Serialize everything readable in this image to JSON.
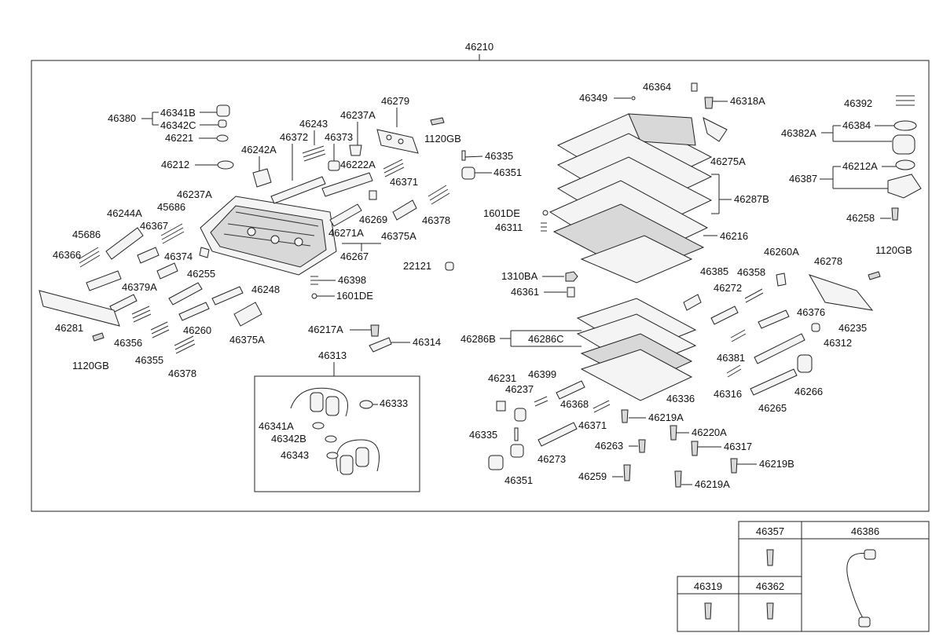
{
  "assembly_label": "46210",
  "labels": {
    "l46380": "46380",
    "l46341B": "46341B",
    "l46342C": "46342C",
    "l46221": "46221",
    "l46212": "46212",
    "l46242A": "46242A",
    "l46372": "46372",
    "l46243": "46243",
    "l46373": "46373",
    "l46237A_top": "46237A",
    "l46222A": "46222A",
    "l46279": "46279",
    "l1120GB_top": "1120GB",
    "l46335_top": "46335",
    "l46351_top": "46351",
    "l46371_top": "46371",
    "l46378_top": "46378",
    "l46269": "46269",
    "l46271A": "46271A",
    "l46375A_top": "46375A",
    "l46267": "46267",
    "l22121": "22121",
    "l46244A": "46244A",
    "l45686_a": "45686",
    "l45686_b": "45686",
    "l46367": "46367",
    "l46237A_mid": "46237A",
    "l46366": "46366",
    "l46374": "46374",
    "l46255": "46255",
    "l46379A": "46379A",
    "l46248": "46248",
    "l46398": "46398",
    "l1601DE_left": "1601DE",
    "l46281": "46281",
    "l46356": "46356",
    "l46260_left": "46260",
    "l46375A_bot": "46375A",
    "l46355": "46355",
    "l1120GB_left": "1120GB",
    "l46378_bot": "46378",
    "l46217A": "46217A",
    "l46314": "46314",
    "l46313": "46313",
    "l46333": "46333",
    "l46341A": "46341A",
    "l46342B": "46342B",
    "l46343": "46343",
    "l46364": "46364",
    "l46349": "46349",
    "l46318A": "46318A",
    "l46392": "46392",
    "l46382A": "46382A",
    "l46384": "46384",
    "l46275A": "46275A",
    "l46387": "46387",
    "l46212A": "46212A",
    "l46287B": "46287B",
    "l1601DE_right": "1601DE",
    "l46311": "46311",
    "l46216": "46216",
    "l46258": "46258",
    "l46260A": "46260A",
    "l46278": "46278",
    "l1120GB_right": "1120GB",
    "l1310BA": "1310BA",
    "l46385": "46385",
    "l46358": "46358",
    "l46361": "46361",
    "l46272": "46272",
    "l46376": "46376",
    "l46235": "46235",
    "l46286B": "46286B",
    "l46286C": "46286C",
    "l46312": "46312",
    "l46381": "46381",
    "l46231": "46231",
    "l46237": "46237",
    "l46399": "46399",
    "l46336": "46336",
    "l46316": "46316",
    "l46266": "46266",
    "l46368": "46368",
    "l46265": "46265",
    "l46371_bot": "46371",
    "l46219A_a": "46219A",
    "l46335_bot": "46335",
    "l46220A": "46220A",
    "l46273": "46273",
    "l46263": "46263",
    "l46317": "46317",
    "l46219B": "46219B",
    "l46259": "46259",
    "l46351_bot": "46351",
    "l46219A_b": "46219A"
  },
  "inset_table": {
    "c46357": "46357",
    "c46386": "46386",
    "c46319": "46319",
    "c46362": "46362"
  }
}
